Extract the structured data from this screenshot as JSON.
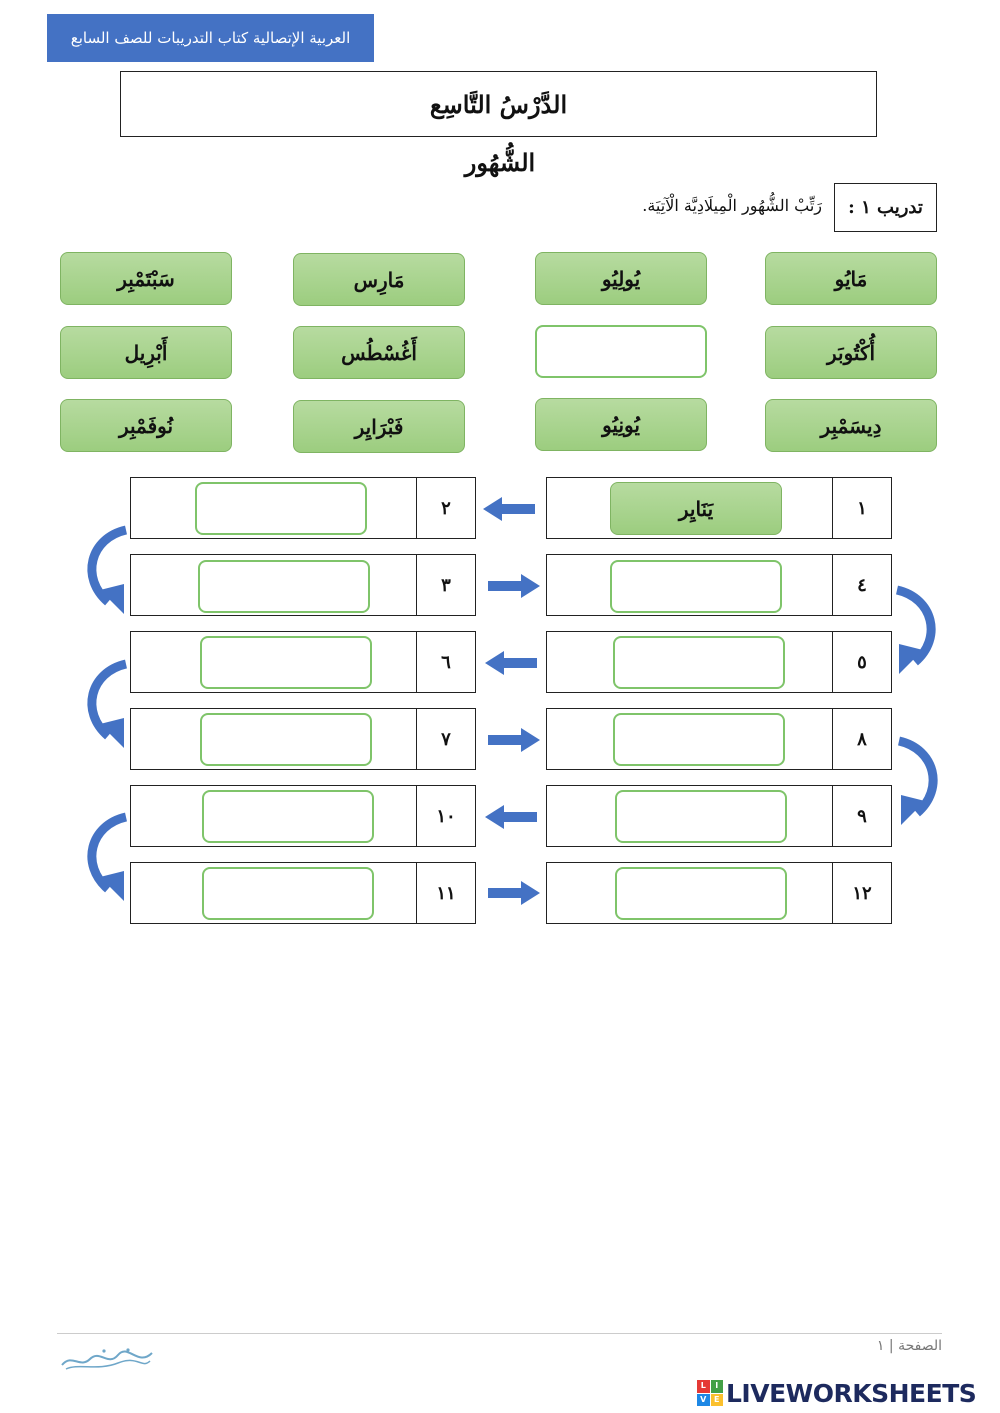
{
  "header": {
    "banner_text": "العربية الإتصالية كتاب التدريبات للصف السابع",
    "lesson_title": "الدَّرْسُ التَّاسِع",
    "topic_title": "الشُّهُور"
  },
  "exercise": {
    "label": "تدريب ١ :",
    "instruction": "رَتِّبْ الشُّهُور الْمِيلَادِيَّة الْآتِيَة."
  },
  "word_bank": [
    {
      "label": "مَايُو"
    },
    {
      "label": "يُولِيُو"
    },
    {
      "label": "مَارِس"
    },
    {
      "label": "سَبْتَمْبِر"
    },
    {
      "label": "أُكْتُوبَر"
    },
    {
      "label": ""
    },
    {
      "label": "أَغُسْطُس"
    },
    {
      "label": "أَبْرِيل"
    },
    {
      "label": "دِيسَمْبِر"
    },
    {
      "label": "يُونِيُو"
    },
    {
      "label": "فَبْرَايِر"
    },
    {
      "label": "نُوفَمْبِر"
    }
  ],
  "answer_grid": [
    {
      "number": "١",
      "answer": "يَنَايِر"
    },
    {
      "number": "٢",
      "answer": ""
    },
    {
      "number": "٤",
      "answer": ""
    },
    {
      "number": "٣",
      "answer": ""
    },
    {
      "number": "٥",
      "answer": ""
    },
    {
      "number": "٦",
      "answer": ""
    },
    {
      "number": "٨",
      "answer": ""
    },
    {
      "number": "٧",
      "answer": ""
    },
    {
      "number": "٩",
      "answer": ""
    },
    {
      "number": "١٠",
      "answer": ""
    },
    {
      "number": "١٢",
      "answer": ""
    },
    {
      "number": "١١",
      "answer": ""
    }
  ],
  "footer": {
    "page_label": "الصفحة | ١",
    "brand": "LIVEWORKSHEETS",
    "badge_letters": [
      "L",
      "I",
      "V",
      "E"
    ]
  },
  "colors": {
    "banner": "#4472c4",
    "tile_green": "#9ccd7f",
    "slot_border": "#7fc46a",
    "arrow_blue": "#4472c4",
    "brand_navy": "#1d2a5e"
  }
}
